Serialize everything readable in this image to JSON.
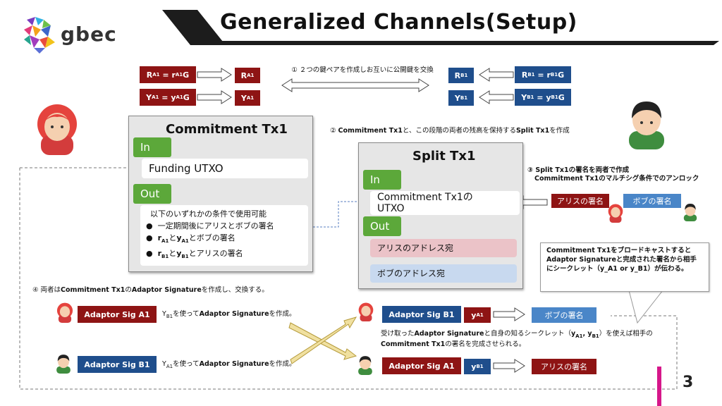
{
  "header": {
    "logo_text": "gbec",
    "title": "Generalized Channels(Setup)",
    "page_number": "3"
  },
  "keys": {
    "alice_r": "R_A1 = r_A1 G",
    "alice_r_out": "R_A1",
    "alice_y": "Y_A1 = y_A1 G",
    "alice_y_out": "Y_A1",
    "bob_r": "R_B1 = r_B1 G",
    "bob_r_out": "R_B1",
    "bob_y": "Y_B1 = y_B1 G",
    "bob_y_out": "Y_B1"
  },
  "steps": {
    "step1": "① ２つの鍵ペアを作成しお互いに公開鍵を交換",
    "step2_pre": "② ",
    "step2_bold1": "Commitment Tx1",
    "step2_mid": "と、この段階の両者の残高を保持する",
    "step2_bold2": "Split Tx1",
    "step2_post": "を作成",
    "step3_line1": "③ Split Tx1の署名を両者で作成",
    "step3_line2": "Commitment Tx1のマルチシグ条件でのアンロック",
    "step4_pre": "④ 両者は",
    "step4_bold1": "Commitment Tx1",
    "step4_mid": "の",
    "step4_bold2": "Adaptor Signature",
    "step4_post": "を作成し、交換する。"
  },
  "commitment_tx": {
    "title": "Commitment Tx1",
    "in_label": "In",
    "input": "Funding UTXO",
    "out_label": "Out",
    "cond_head": "以下のいずれかの条件で使用可能",
    "cond1": "一定期間後にアリスとボブの署名",
    "cond2": "r_A1とy_A1とボブの署名",
    "cond3": "r_B1とy_B1とアリスの署名"
  },
  "split_tx": {
    "title": "Split Tx1",
    "in_label": "In",
    "input": "Commitment Tx1のUTXO",
    "out_label": "Out",
    "out1": "アリスのアドレス宛",
    "out2": "ボブのアドレス宛"
  },
  "signatures": {
    "alice_sig": "アリスの署名",
    "bob_sig": "ボブの署名"
  },
  "adaptor": {
    "sig_a1": "Adaptor Sig A1",
    "sig_b1": "Adaptor Sig B1",
    "desc_a": "Y_B1を使ってAdaptor Signatureを作成。",
    "desc_b": "Y_A1を使ってAdaptor Signatureを作成。",
    "y_a1": "y_A1",
    "y_b1": "y_B1",
    "completion_note": "受け取ったAdaptor Signatureと自身の知るシークレット（y_A1, y_B1）を使えば相手のCommitment Tx1の署名を完成させられる。"
  },
  "callout": {
    "text": "Commitment Tx1をブロードキャストするとAdaptor Signatureと完成された署名から相手にシークレット（y_A1 or y_B1）が伝わる。"
  },
  "colors": {
    "dark_red": "#8e1414",
    "dark_blue": "#1f4e8c",
    "light_blue": "#4a86c8",
    "green": "#5ca83a",
    "panel_gray": "#e6e6e6",
    "accent_magenta": "#d6178a"
  }
}
